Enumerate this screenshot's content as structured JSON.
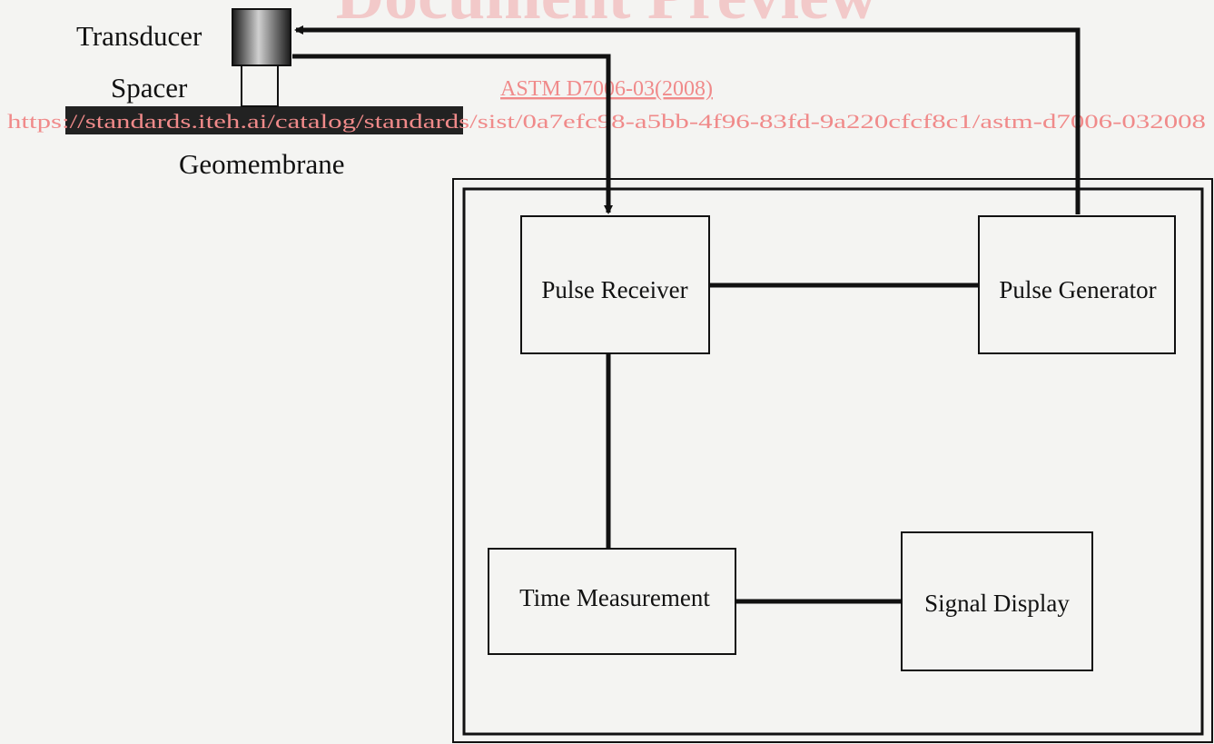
{
  "watermark": {
    "title": "Document Preview",
    "standard": "ASTM D7006-03(2008)",
    "url": "https://standards.iteh.ai/catalog/standards/sist/0a7efc98-a5bb-4f96-83fd-9a220cfcf8c1/astm-d7006-032008"
  },
  "labels": {
    "transducer": "Transducer",
    "spacer": "Spacer",
    "geomembrane": "Geomembrane"
  },
  "blocks": {
    "pulse_receiver": "Pulse Receiver",
    "pulse_generator": "Pulse Generator",
    "time_measurement": "Time Measurement",
    "signal_display": "Signal Display"
  },
  "colors": {
    "line": "#111111",
    "watermark_title": "#f2c9c9",
    "watermark_text": "#f08a8a"
  }
}
